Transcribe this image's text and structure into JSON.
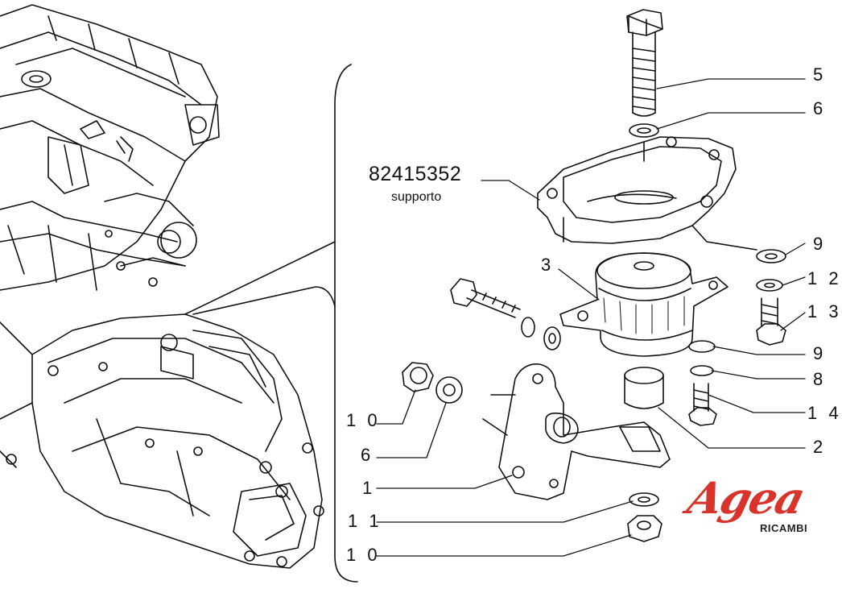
{
  "part": {
    "number": "82415352",
    "name": "supporto"
  },
  "callouts": {
    "c5": "5",
    "c6a": "6",
    "c9a": "9",
    "c12": "1 2",
    "c13": "1 3",
    "c9b": "9",
    "c8": "8",
    "c14": "1 4",
    "c2": "2",
    "c3": "3",
    "c10a": "1 0",
    "c6b": "6",
    "c1": "1",
    "c11": "1 1",
    "c10b": "1 0"
  },
  "brand": {
    "word": "Agea",
    "sub": "RICAMBI",
    "color": "#d9342b"
  }
}
